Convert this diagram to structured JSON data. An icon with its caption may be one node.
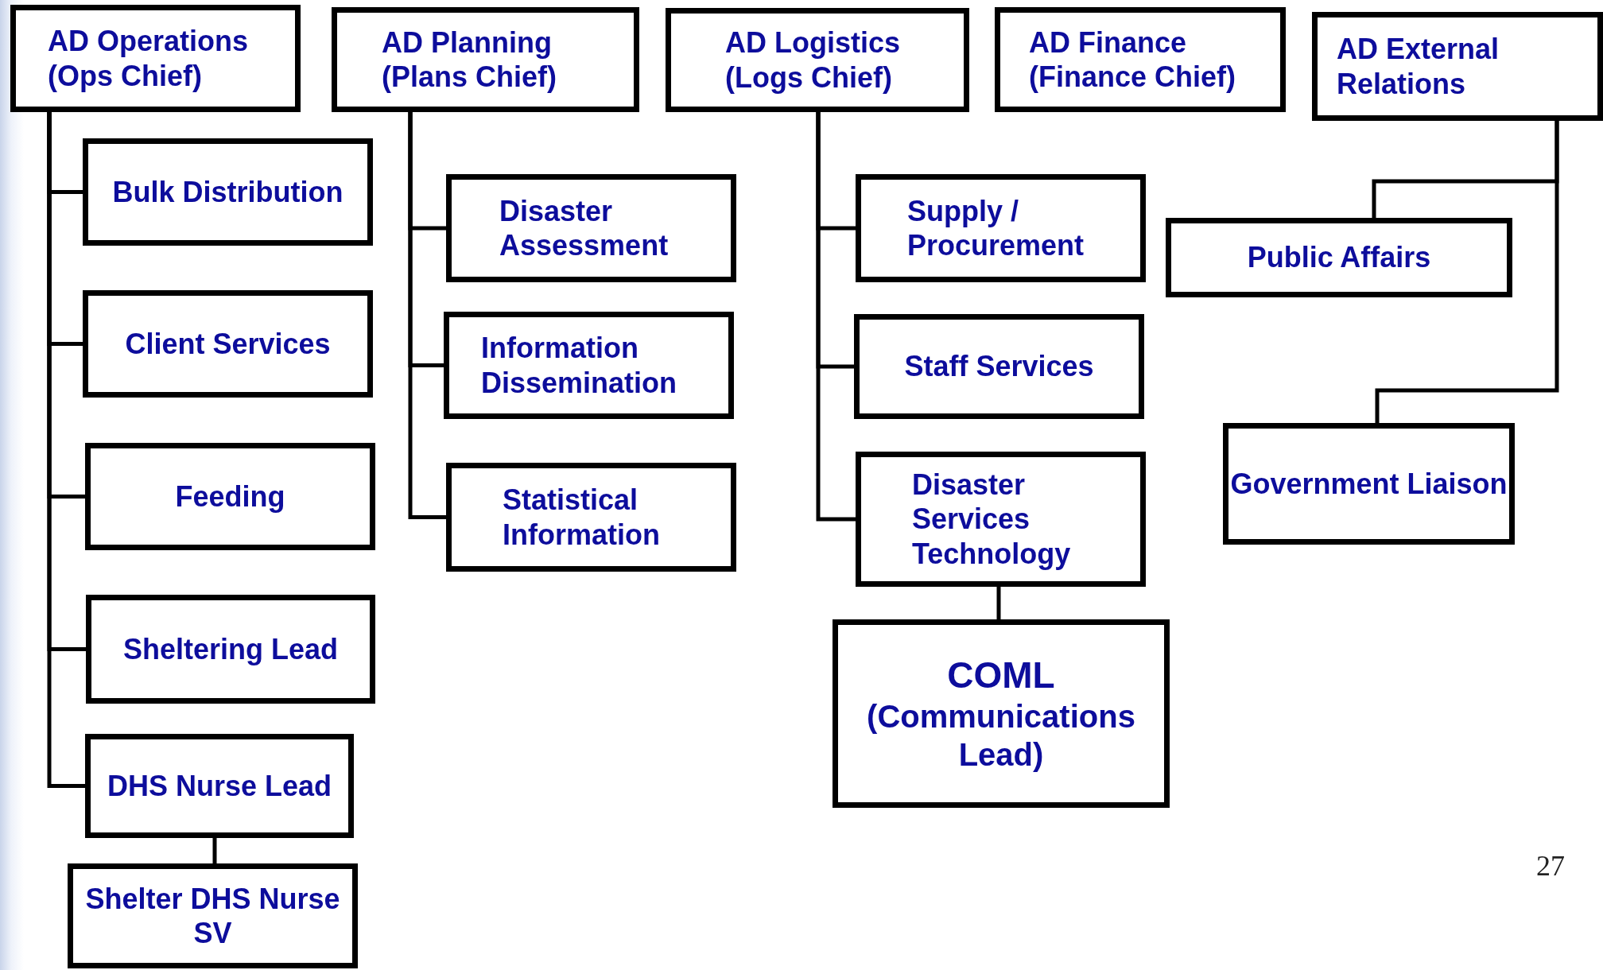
{
  "diagram": {
    "nodes": [
      {
        "text": [
          "AD Operations (Ops Chief)"
        ]
      },
      {
        "text": [
          "AD Planning (Plans  Chief)"
        ]
      },
      {
        "text": [
          "AD Logistics (Logs Chief)"
        ]
      },
      {
        "text": [
          "AD Finance (Finance Chief)"
        ]
      },
      {
        "text": [
          "AD External Relations"
        ]
      },
      {
        "text": [
          "Bulk Distribution"
        ]
      },
      {
        "text": [
          "Client Services"
        ]
      },
      {
        "text": [
          "Feeding"
        ]
      },
      {
        "text": [
          "Sheltering Lead"
        ]
      },
      {
        "text": [
          "DHS Nurse Lead"
        ]
      },
      {
        "text": [
          "Shelter DHS Nurse SV"
        ]
      },
      {
        "text": [
          "Disaster Assessment"
        ]
      },
      {
        "text": [
          "Information Dissemination"
        ]
      },
      {
        "text": [
          "Statistical Information"
        ]
      },
      {
        "text": [
          "Supply / Procurement"
        ]
      },
      {
        "text": [
          "Staff Services"
        ]
      },
      {
        "text": [
          "Disaster Services Technology"
        ]
      },
      {
        "text": [
          "COML",
          "(Communications Lead)"
        ]
      },
      {
        "text": [
          "Public Affairs"
        ]
      },
      {
        "text": [
          "Government Liaison"
        ]
      }
    ],
    "edges": [
      {
        "from": 0,
        "to": 5,
        "arrow": "none"
      },
      {
        "from": 0,
        "to": 6,
        "arrow": "none"
      },
      {
        "from": 0,
        "to": 7,
        "arrow": "none"
      },
      {
        "from": 0,
        "to": 8,
        "arrow": "none"
      },
      {
        "from": 0,
        "to": 9,
        "arrow": "none"
      },
      {
        "from": 9,
        "to": 10,
        "arrow": "none"
      },
      {
        "from": 1,
        "to": 11,
        "arrow": "none"
      },
      {
        "from": 1,
        "to": 12,
        "arrow": "none"
      },
      {
        "from": 1,
        "to": 13,
        "arrow": "none"
      },
      {
        "from": 2,
        "to": 14,
        "arrow": "none"
      },
      {
        "from": 2,
        "to": 15,
        "arrow": "none"
      },
      {
        "from": 2,
        "to": 16,
        "arrow": "none"
      },
      {
        "from": 16,
        "to": 17,
        "arrow": "none"
      },
      {
        "from": 4,
        "to": 18,
        "arrow": "none"
      },
      {
        "from": 4,
        "to": 19,
        "arrow": "none"
      }
    ],
    "labels": [
      "27"
    ]
  }
}
